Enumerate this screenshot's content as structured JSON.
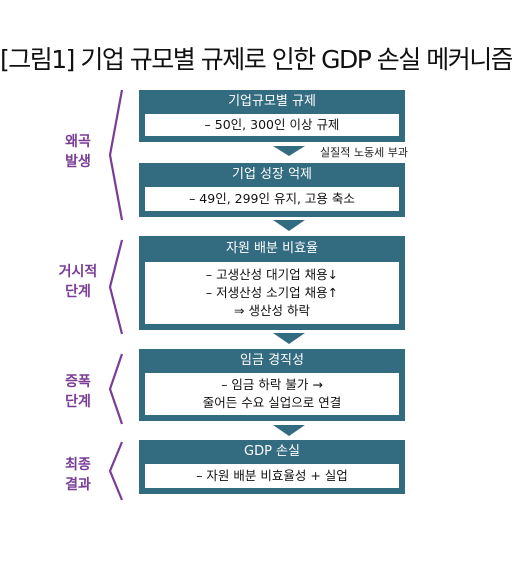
{
  "title": "[그림1] 기업 규모별 규제로 인한 GDP 손실 메커니즘",
  "stages": [
    {
      "line1": "왜곡",
      "line2": "발생"
    },
    {
      "line1": "거시적",
      "line2": "단계"
    },
    {
      "line1": "증폭",
      "line2": "단계"
    },
    {
      "line1": "최종",
      "line2": "결과"
    }
  ],
  "boxes": [
    {
      "header": "기업규모별 규제",
      "lines": [
        "– 50인, 300인 이상 규제"
      ]
    },
    {
      "header": "기업 성장 억제",
      "lines": [
        "– 49인, 299인 유지, 고용 축소"
      ]
    },
    {
      "header": "자원 배분 비효율",
      "lines": [
        "– 고생산성 대기업 채용↓",
        "– 저생산성 소기업 채용↑",
        "⇒ 생산성 하락"
      ]
    },
    {
      "header": "임금 경직성",
      "lines": [
        "– 임금 하락 불가 →",
        "줄어든 수요 실업으로 연결"
      ]
    },
    {
      "header": "GDP 손실",
      "lines": [
        "– 자원 배분 비효율성 + 실업"
      ]
    }
  ],
  "arrow_note": "실질적 노동세 부과",
  "colors": {
    "box": "#336b80",
    "stage": "#7a3d96"
  }
}
